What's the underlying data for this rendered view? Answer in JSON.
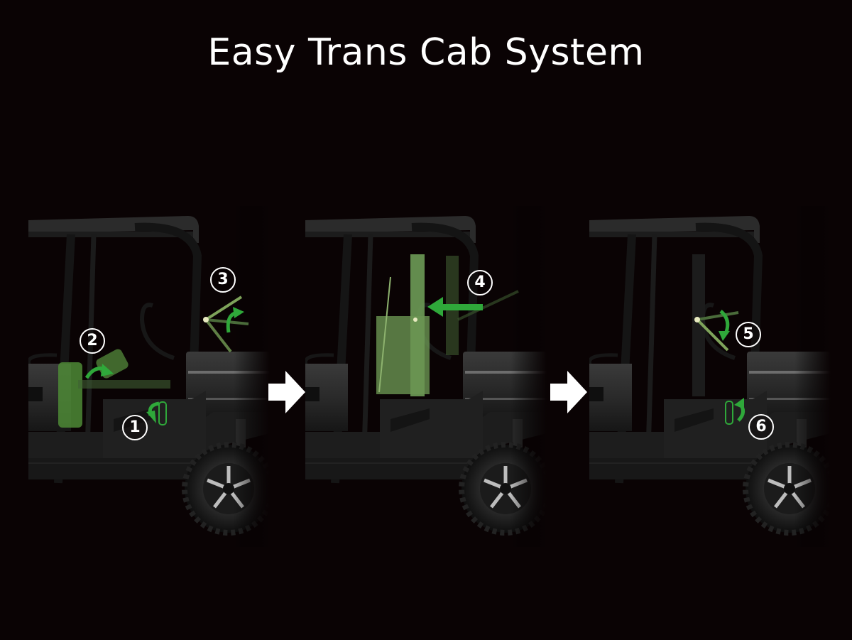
{
  "title": "Easy Trans Cab System",
  "colors": {
    "background": "#0a0304",
    "accent_green": "#2fa83a",
    "part_green": "#5e8f4a",
    "body_dark": "#1e1e1e",
    "text": "#ffffff"
  },
  "panels": [
    {
      "name": "panel-1",
      "steps": [
        {
          "label": "1",
          "desc": "release-lever"
        },
        {
          "label": "2",
          "desc": "fold-seat-back"
        },
        {
          "label": "3",
          "desc": "raise-rear-bracket"
        }
      ]
    },
    {
      "name": "panel-2",
      "steps": [
        {
          "label": "4",
          "desc": "slide-partition-forward"
        }
      ]
    },
    {
      "name": "panel-3",
      "steps": [
        {
          "label": "5",
          "desc": "lower-bracket"
        },
        {
          "label": "6",
          "desc": "lock-lever"
        }
      ]
    }
  ],
  "flow_arrows": [
    "right-arrow",
    "right-arrow"
  ]
}
